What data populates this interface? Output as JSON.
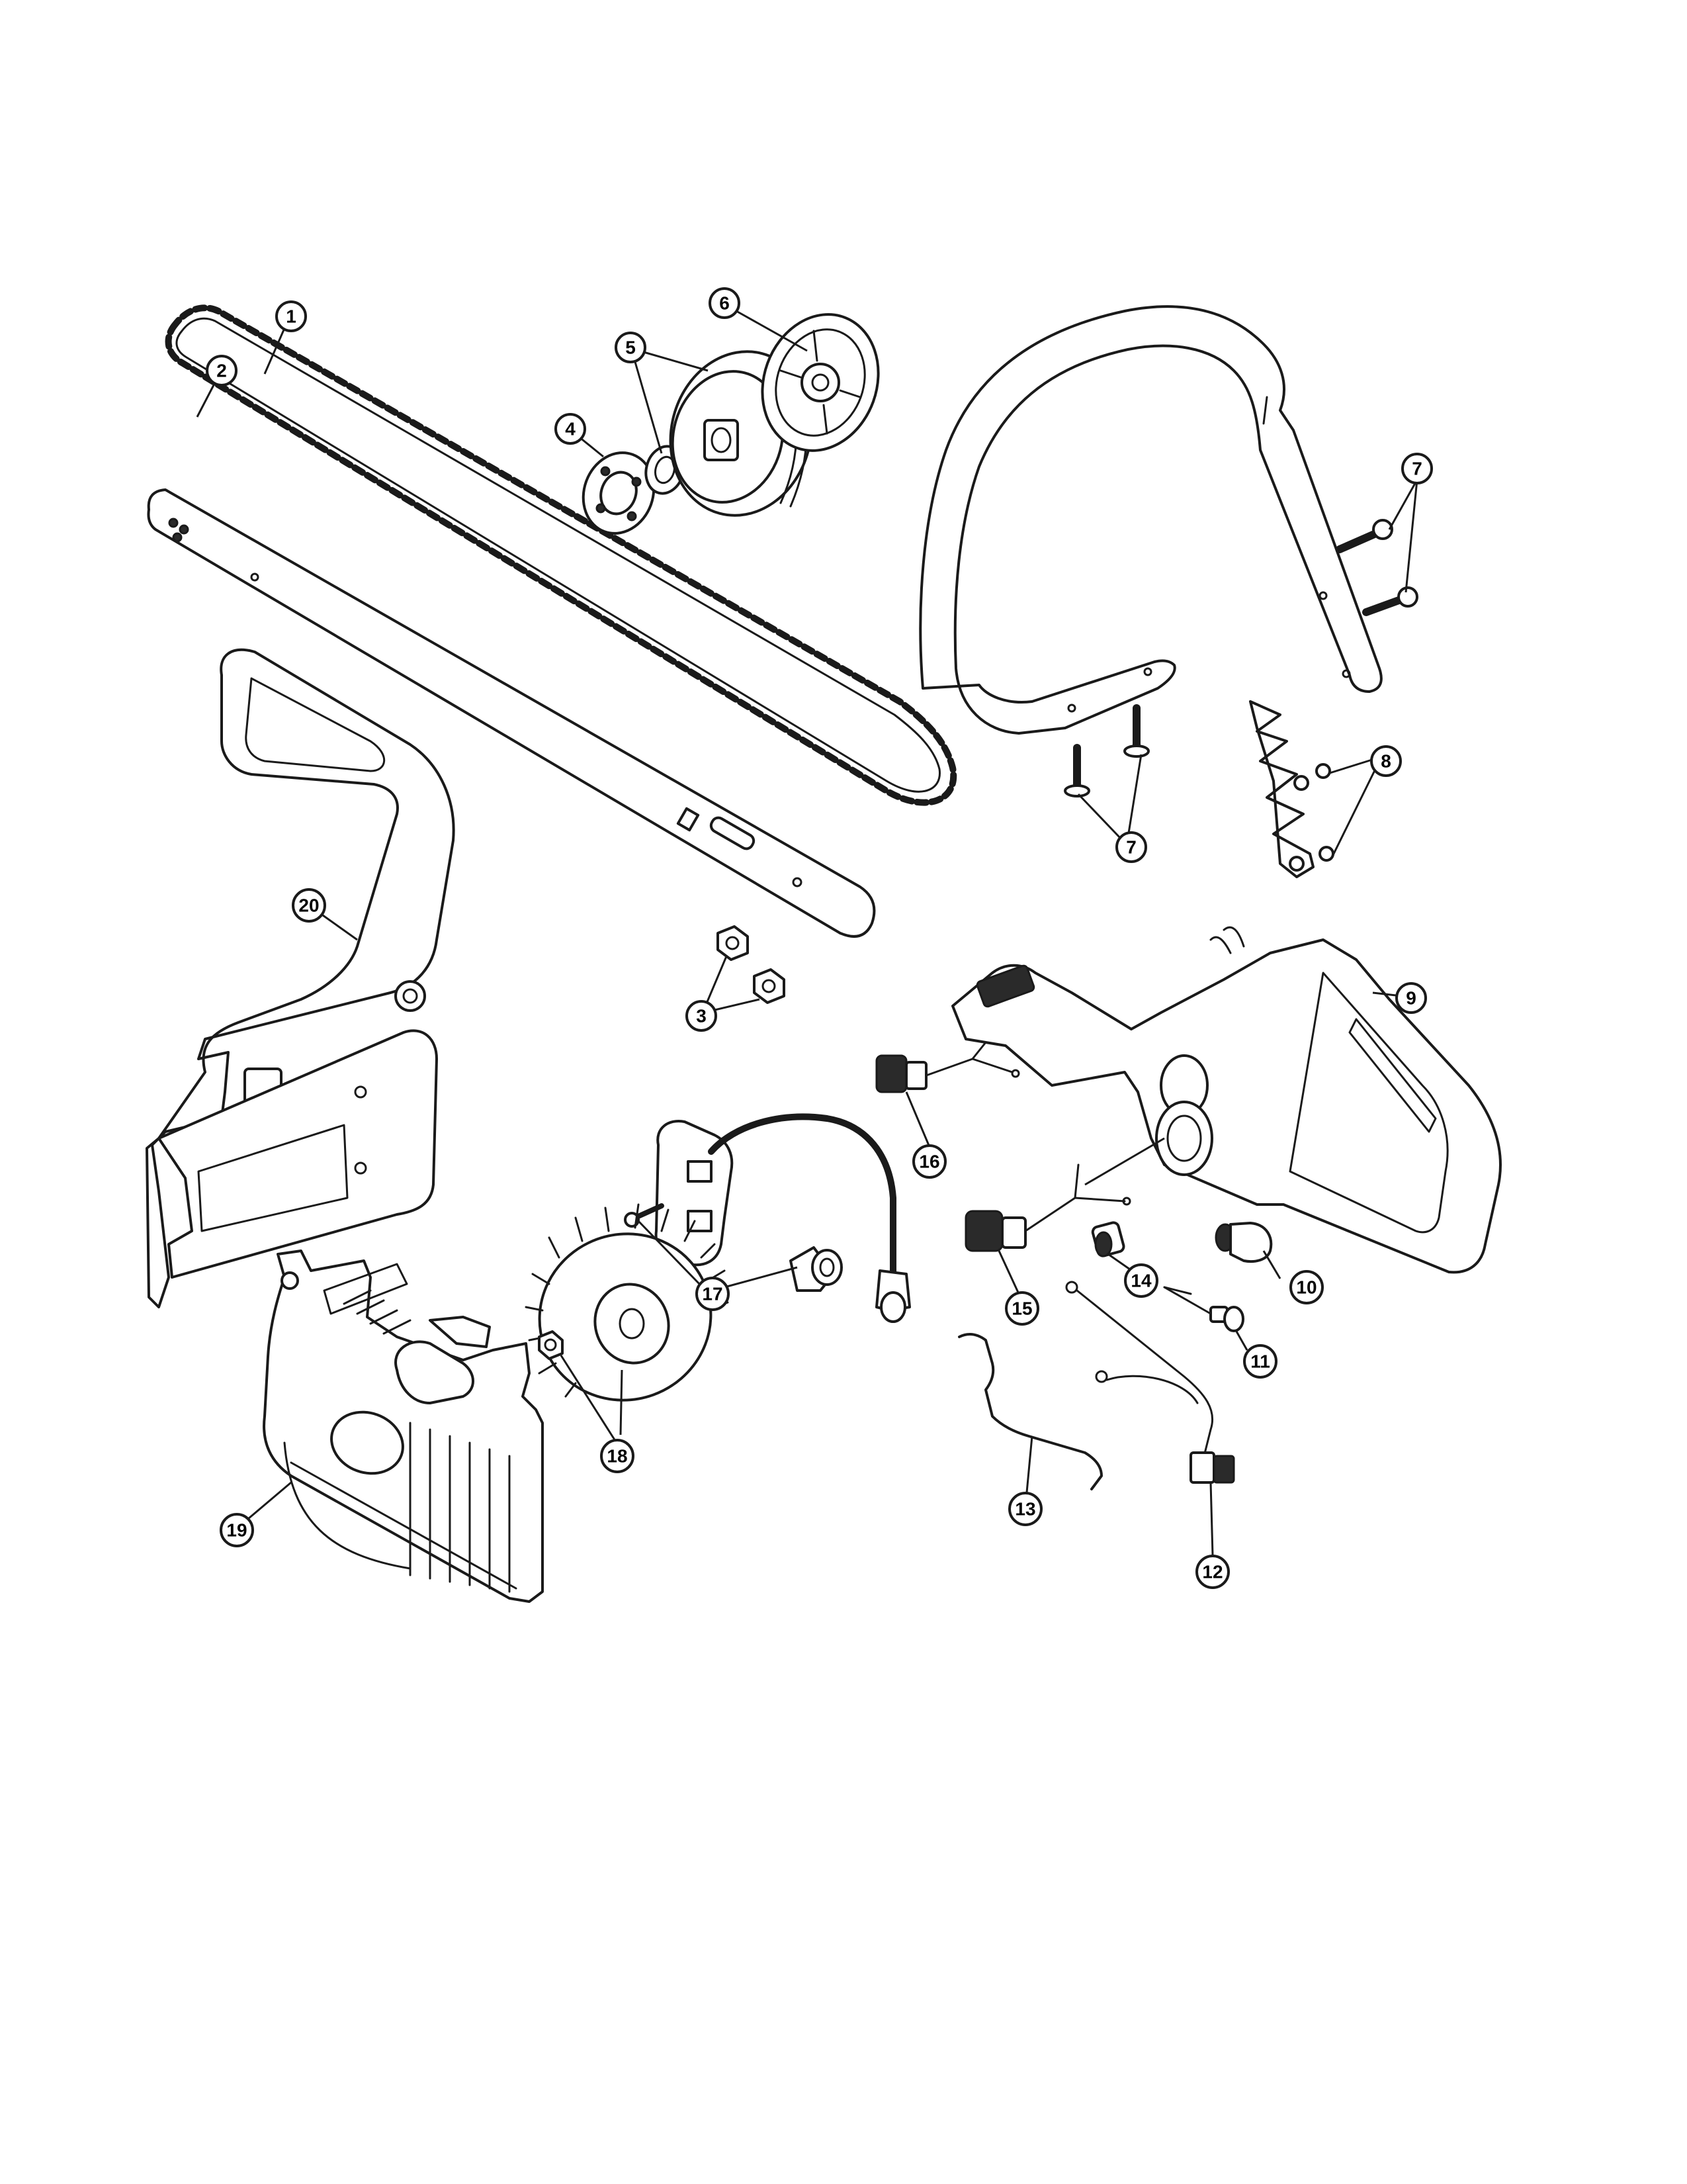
{
  "diagram": {
    "callouts": [
      {
        "id": 1,
        "label": "1"
      },
      {
        "id": 2,
        "label": "2"
      },
      {
        "id": 3,
        "label": "3"
      },
      {
        "id": 4,
        "label": "4"
      },
      {
        "id": 5,
        "label": "5"
      },
      {
        "id": 6,
        "label": "6"
      },
      {
        "id": 7,
        "label": "7"
      },
      {
        "id": 77,
        "label": "7"
      },
      {
        "id": 8,
        "label": "8"
      },
      {
        "id": 9,
        "label": "9"
      },
      {
        "id": 10,
        "label": "10"
      },
      {
        "id": 11,
        "label": "11"
      },
      {
        "id": 12,
        "label": "12"
      },
      {
        "id": 13,
        "label": "13"
      },
      {
        "id": 14,
        "label": "14"
      },
      {
        "id": 15,
        "label": "15"
      },
      {
        "id": 16,
        "label": "16"
      },
      {
        "id": 17,
        "label": "17"
      },
      {
        "id": 18,
        "label": "18"
      },
      {
        "id": 19,
        "label": "19"
      },
      {
        "id": 20,
        "label": "20"
      }
    ]
  }
}
